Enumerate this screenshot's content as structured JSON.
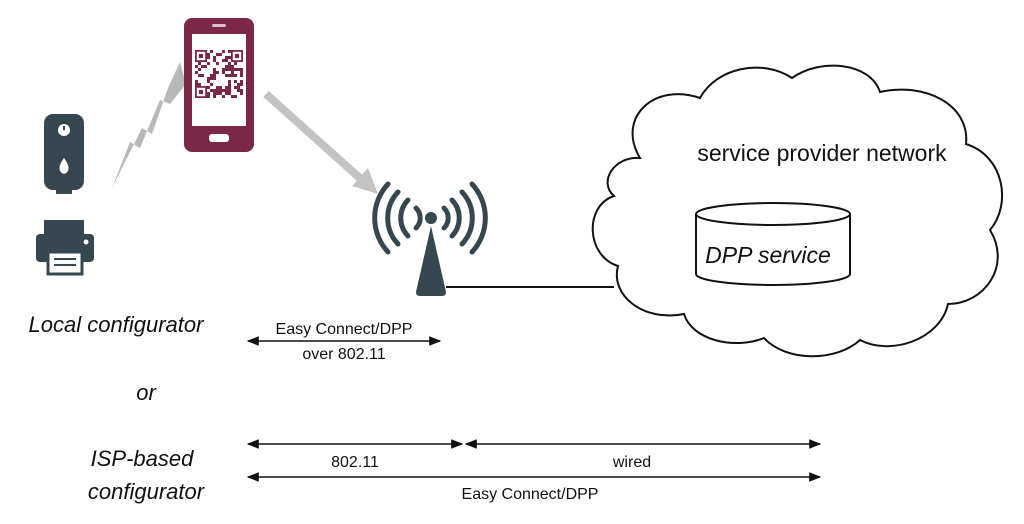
{
  "cloud_label": "service provider network",
  "service_label": "DPP service",
  "labels": {
    "local": "Local configurator",
    "or": "or",
    "isp_line1": "ISP-based",
    "isp_line2": "configurator"
  },
  "arrows": {
    "local_top": "Easy Connect/DPP",
    "local_bottom": "over 802.11",
    "isp_wifi": "802.11",
    "isp_wired": "wired",
    "isp_full": "Easy Connect/DPP"
  },
  "colors": {
    "phone": "#7a2748",
    "device": "#37474f",
    "lightning": "#b8b8b8",
    "arrow_gray": "#c3c3c3",
    "line": "#111111"
  },
  "icons": {
    "phone": "smartphone-qr-icon",
    "lightning": "lightning-bolt-icon",
    "thermostat": "smart-thermostat-icon",
    "printer": "printer-icon",
    "antenna": "wifi-access-point-icon",
    "database": "database-icon"
  }
}
